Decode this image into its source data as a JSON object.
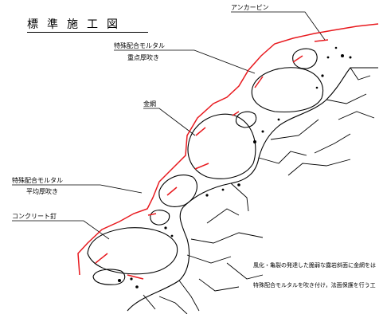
{
  "title": "標準施工図",
  "labels": {
    "anchor_pin": "アンカーピン",
    "special_mortar_1": "特殊配合モルタル",
    "heavy_spray": "重点厚吹き",
    "wire_mesh": "金網",
    "special_mortar_2": "特殊配合モルタル",
    "average_spray": "平均厚吹き",
    "concrete_nail": "コンクリート釘"
  },
  "notes": {
    "line1": "風化・亀裂の発達した脆弱な露岩斜面に金網をは",
    "line2": "特殊配合モルタルを吹き付け，法面保護を行う工"
  },
  "colors": {
    "mortar_line": "#e8191e",
    "ink": "#000000"
  }
}
